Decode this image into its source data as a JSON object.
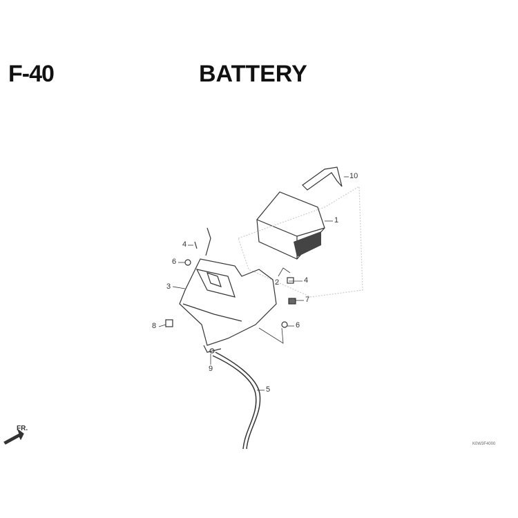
{
  "header": {
    "code": "F-40",
    "title": "BATTERY"
  },
  "callouts": [
    "1",
    "2",
    "3",
    "4",
    "4",
    "5",
    "6",
    "6",
    "7",
    "8",
    "9",
    "10"
  ],
  "direction": {
    "label": "FR."
  },
  "reference_code": "K0W3F4000"
}
